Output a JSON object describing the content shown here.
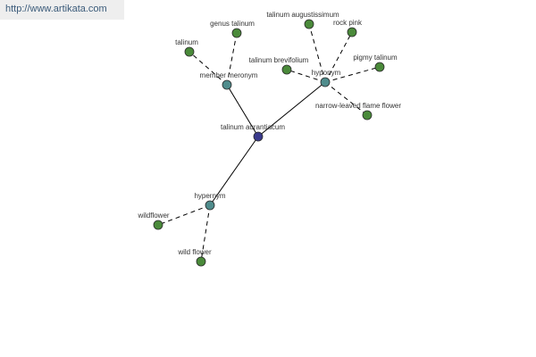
{
  "banner": {
    "url_text": "http://www.artikata.com"
  },
  "colors": {
    "center_node": "#3a3a8c",
    "relation_node": "#4f8c8c",
    "term_node": "#4a8a3a",
    "node_stroke": "#2a2a2a",
    "solid_edge": "#000000",
    "dashed_edge": "#000000"
  },
  "graph": {
    "center": {
      "id": "center",
      "label": "talinum aurantiacum"
    },
    "relations": [
      {
        "id": "meronym",
        "label": "member meronym"
      },
      {
        "id": "hyponym",
        "label": "hyponym"
      },
      {
        "id": "hypernym",
        "label": "hypernym"
      }
    ],
    "terms": [
      {
        "id": "genus-talinum",
        "label": "genus talinum",
        "relation": "meronym"
      },
      {
        "id": "talinum",
        "label": "talinum",
        "relation": "meronym"
      },
      {
        "id": "talinum-augustissimum",
        "label": "talinum augustissimum",
        "relation": "hyponym"
      },
      {
        "id": "rock-pink",
        "label": "rock pink",
        "relation": "hyponym"
      },
      {
        "id": "talinum-brevifolium",
        "label": "talinum brevifolium",
        "relation": "hyponym"
      },
      {
        "id": "pigmy-talinum",
        "label": "pigmy talinum",
        "relation": "hyponym"
      },
      {
        "id": "narrow-leaved-flame-flower",
        "label": "narrow-leaved flame flower",
        "relation": "hyponym"
      },
      {
        "id": "wildflower",
        "label": "wildflower",
        "relation": "hypernym"
      },
      {
        "id": "wild-flower",
        "label": "wild flower",
        "relation": "hypernym"
      }
    ]
  }
}
